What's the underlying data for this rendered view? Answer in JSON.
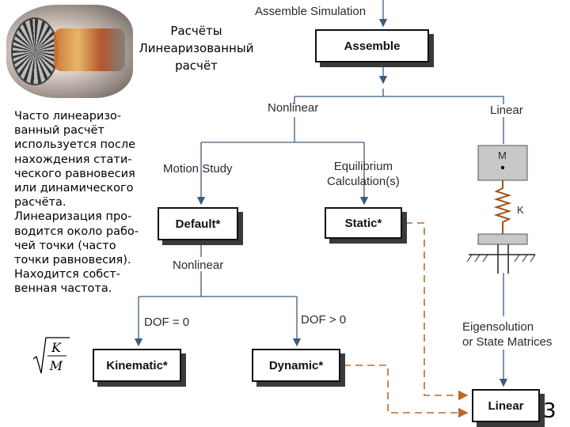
{
  "slide": {
    "title_lines": [
      "Расчёты",
      "Линеаризованный",
      "расчёт"
    ],
    "body_lines": [
      "Часто линеаризо-",
      "ванный расчёт",
      "используется после",
      "нахождения стати-",
      "ческого равновесия",
      "или динамического",
      "расчёта.",
      "Линеаризация про-",
      "водится около рабо-",
      "чей точки (часто",
      "точки равновесия).",
      "Находится собст-",
      "венная частота."
    ],
    "formula": {
      "numerator": "K",
      "denominator": "M"
    },
    "page_number": "3"
  },
  "flowchart": {
    "top_label": "Assemble Simulation",
    "assemble_box": "Assemble",
    "nonlinear_label": "Nonlinear",
    "linear_label": "Linear",
    "motion_study_label": "Motion Study",
    "equilibrium_label_lines": [
      "Equilibrium",
      "Calculation(s)"
    ],
    "default_box": "Default*",
    "static_box": "Static*",
    "nonlinear2_label": "Nonlinear",
    "dof0_label": "DOF = 0",
    "dofgt0_label": "DOF > 0",
    "kinematic_box": "Kinematic*",
    "dynamic_box": "Dynamic*",
    "eigen_label_lines": [
      "Eigensolution",
      "or State Matrices"
    ],
    "linear_box": "Linear",
    "mass_label": "M",
    "spring_label": "K"
  },
  "colors": {
    "arrow": "#3d5a80",
    "dashed": "#b86a2a",
    "box_shadow": "#3a3a3a",
    "mass_fill": "#c8c8c8"
  }
}
